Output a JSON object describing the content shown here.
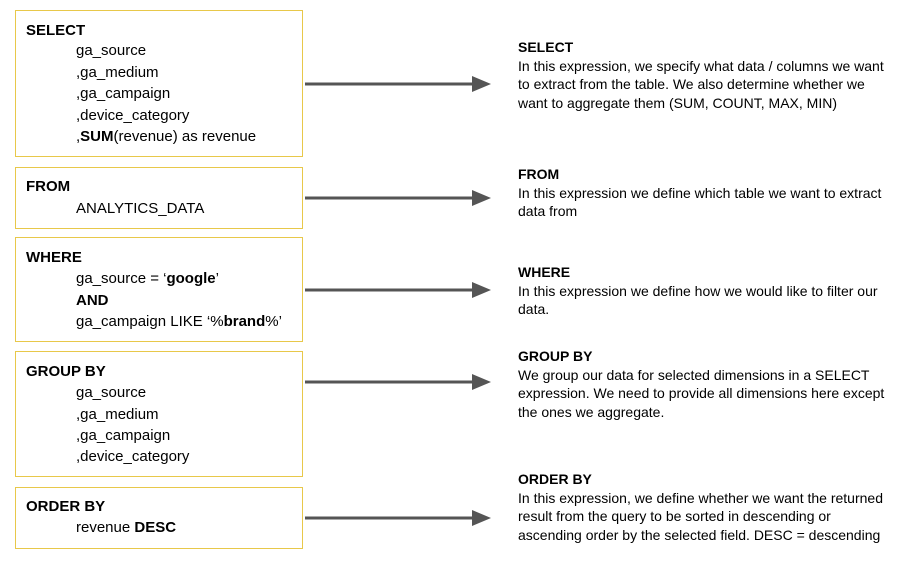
{
  "colors": {
    "box_border": "#e8c84a",
    "arrow": "#555555"
  },
  "blocks": [
    {
      "keyword": "SELECT",
      "lines": [
        {
          "parts": [
            {
              "t": "ga_source",
              "b": false
            }
          ]
        },
        {
          "parts": [
            {
              "t": ",ga_medium",
              "b": false
            }
          ]
        },
        {
          "parts": [
            {
              "t": ",ga_campaign",
              "b": false
            }
          ]
        },
        {
          "parts": [
            {
              "t": ",device_category",
              "b": false
            }
          ]
        },
        {
          "parts": [
            {
              "t": ",",
              "b": false
            },
            {
              "t": "SUM",
              "b": true
            },
            {
              "t": "(revenue) as revenue",
              "b": false
            }
          ]
        }
      ],
      "desc_title": "SELECT",
      "desc_text": "In this expression, we specify what data / columns we want to extract from the table. We also determine whether we want to aggregate them (SUM, COUNT, MAX, MIN)"
    },
    {
      "keyword": "FROM",
      "lines": [
        {
          "parts": [
            {
              "t": "ANALYTICS_DATA",
              "b": false
            }
          ]
        }
      ],
      "desc_title": "FROM",
      "desc_text": "In this expression we define which table we want to extract data from"
    },
    {
      "keyword": "WHERE",
      "lines": [
        {
          "parts": [
            {
              "t": "ga_source = ‘",
              "b": false
            },
            {
              "t": "google",
              "b": true
            },
            {
              "t": "’",
              "b": false
            }
          ]
        },
        {
          "parts": [
            {
              "t": "AND",
              "b": true
            }
          ]
        },
        {
          "parts": [
            {
              "t": "ga_campaign LIKE ‘%",
              "b": false
            },
            {
              "t": "brand",
              "b": true
            },
            {
              "t": "%’",
              "b": false
            }
          ]
        }
      ],
      "desc_title": "WHERE",
      "desc_text": "In this expression we define how we would like to filter our data."
    },
    {
      "keyword": "GROUP BY",
      "lines": [
        {
          "parts": [
            {
              "t": "ga_source",
              "b": false
            }
          ]
        },
        {
          "parts": [
            {
              "t": ",ga_medium",
              "b": false
            }
          ]
        },
        {
          "parts": [
            {
              "t": ",ga_campaign",
              "b": false
            }
          ]
        },
        {
          "parts": [
            {
              "t": ",device_category",
              "b": false
            }
          ]
        }
      ],
      "desc_title": "GROUP BY",
      "desc_text": "We group our data for selected dimensions in a SELECT expression. We need to provide all dimensions here except the ones we aggregate."
    },
    {
      "keyword": "ORDER BY",
      "lines": [
        {
          "parts": [
            {
              "t": "revenue ",
              "b": false
            },
            {
              "t": "DESC",
              "b": true
            }
          ]
        }
      ],
      "desc_title": "ORDER BY",
      "desc_text": "In this expression, we define whether we want the returned result from the query to be sorted in descending or ascending order by the selected field. DESC = descending"
    }
  ]
}
